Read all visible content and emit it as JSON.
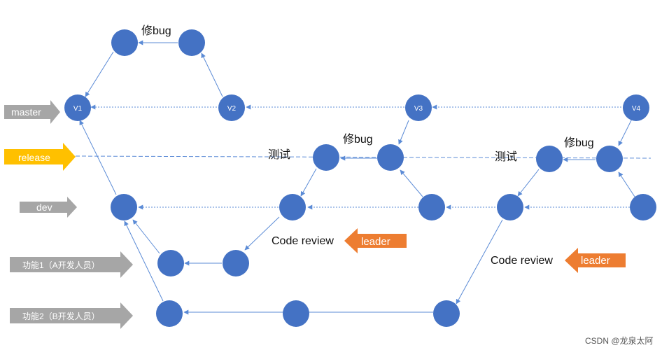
{
  "colors": {
    "node": "#4472C4",
    "edge": "#5B8BD6",
    "gray_arrow": "#A6A6A6",
    "release_arrow": "#FFC000",
    "leader_arrow": "#ED7D31"
  },
  "branches": {
    "master": "master",
    "release": "release",
    "dev": "dev",
    "feature1": "功能1（A开发人员）",
    "feature2": "功能2（B开发人员）"
  },
  "versions": {
    "v1": "V1",
    "v2": "V2",
    "v3": "V3",
    "v4": "V4"
  },
  "notes": {
    "fixbug_top": "修bug",
    "fixbug_mid": "修bug",
    "fixbug_right": "修bug",
    "test_1": "测试",
    "test_2": "测试",
    "code_review_1": "Code review",
    "code_review_2": "Code review"
  },
  "leader": {
    "label_1": "leader",
    "label_2": "leader"
  },
  "watermark": "CSDN @龙泉太阿"
}
